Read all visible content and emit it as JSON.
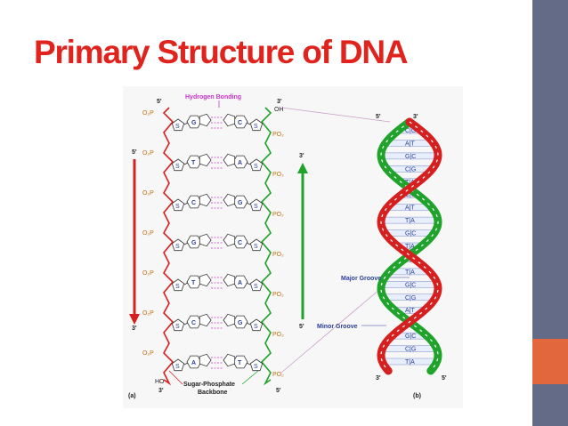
{
  "slide": {
    "title": "Primary Structure of DNA",
    "colors": {
      "title": "#e0231c",
      "side_bar": "#636b86",
      "side_accent": "#e2673d",
      "strand_red": "#d62020",
      "strand_green": "#1fa32a",
      "base_outline": "#333333",
      "hydrogen_bond": "#cc33cc",
      "label_blue": "#2b3f99"
    }
  },
  "figure_a": {
    "panel_label": "(a)",
    "hydrogen_bonding_label": "Hydrogen Bonding",
    "backbone_label_line1": "Sugar-Phosphate",
    "backbone_label_line2": "Backbone",
    "left_strand": {
      "top_end": "5'",
      "phosphate_label": "O₂P",
      "bottom_label_ho": "HO",
      "bottom_end": "3'"
    },
    "right_strand": {
      "top_end": "3'",
      "top_oh": "OH",
      "phosphate_label": "PO₂",
      "bottom_end": "5'"
    },
    "left_arrow": {
      "top_label": "5'",
      "bottom_label": "3'"
    },
    "right_arrow": {
      "top_label": "3'",
      "bottom_label": "5'"
    },
    "base_pairs": [
      {
        "left": "G",
        "right": "C"
      },
      {
        "left": "T",
        "right": "A"
      },
      {
        "left": "C",
        "right": "G"
      },
      {
        "left": "G",
        "right": "C"
      },
      {
        "left": "T",
        "right": "A"
      },
      {
        "left": "C",
        "right": "G"
      },
      {
        "left": "A",
        "right": "T"
      }
    ],
    "sugar_label": "S"
  },
  "figure_b": {
    "panel_label": "(b)",
    "top_left_end": "5'",
    "top_right_end": "3'",
    "bottom_left_end": "3'",
    "bottom_right_end": "5'",
    "major_groove_label": "Major Groove",
    "minor_groove_label": "Minor Groove",
    "rungs": [
      "C|G",
      "A|T",
      "G|C",
      "C|G",
      "T|A",
      "C|G",
      "A|T",
      "T|A",
      "G|C",
      "T|A",
      "C|G",
      "T|A",
      "G|C",
      "C|G",
      "A|T",
      "A|T",
      "G|C",
      "C|G",
      "T|A"
    ]
  }
}
